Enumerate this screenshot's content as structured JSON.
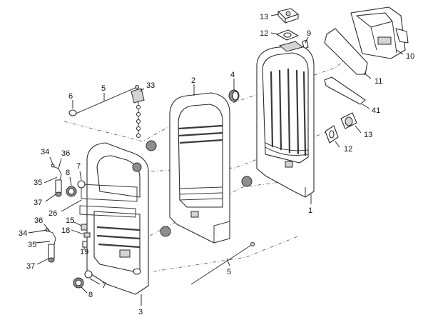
{
  "diagram": {
    "callouts": [
      {
        "id": "c13a",
        "label": "13"
      },
      {
        "id": "c12a",
        "label": "12"
      },
      {
        "id": "c9",
        "label": "9"
      },
      {
        "id": "c10",
        "label": "10"
      },
      {
        "id": "c11",
        "label": "11"
      },
      {
        "id": "c4",
        "label": "4"
      },
      {
        "id": "c2",
        "label": "2"
      },
      {
        "id": "c5a",
        "label": "5"
      },
      {
        "id": "c33",
        "label": "33"
      },
      {
        "id": "c6",
        "label": "6"
      },
      {
        "id": "c41",
        "label": "41"
      },
      {
        "id": "c13b",
        "label": "13"
      },
      {
        "id": "c12b",
        "label": "12"
      },
      {
        "id": "c34a",
        "label": "34"
      },
      {
        "id": "c36a",
        "label": "36"
      },
      {
        "id": "c7a",
        "label": "7"
      },
      {
        "id": "c8a",
        "label": "8"
      },
      {
        "id": "c35a",
        "label": "35"
      },
      {
        "id": "c37a",
        "label": "37"
      },
      {
        "id": "c26",
        "label": "26"
      },
      {
        "id": "c15",
        "label": "15"
      },
      {
        "id": "c18",
        "label": "18"
      },
      {
        "id": "c19",
        "label": "19"
      },
      {
        "id": "c36b",
        "label": "36"
      },
      {
        "id": "c34b",
        "label": "34"
      },
      {
        "id": "c35b",
        "label": "35"
      },
      {
        "id": "c37b",
        "label": "37"
      },
      {
        "id": "c1",
        "label": "1"
      },
      {
        "id": "c5b",
        "label": "5"
      },
      {
        "id": "c7b",
        "label": "7"
      },
      {
        "id": "c8b",
        "label": "8"
      },
      {
        "id": "c3",
        "label": "3"
      }
    ]
  }
}
